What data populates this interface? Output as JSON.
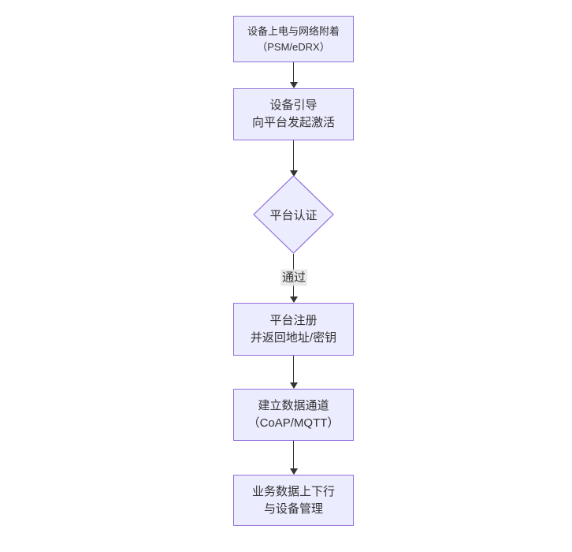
{
  "page": {
    "background": "#ffffff"
  },
  "palette": {
    "node_fill": "#ECECFF",
    "node_border": "#9370DB",
    "arrow_color": "#333333",
    "text_color": "#333333",
    "edge_label_bg": "#e8e8e8"
  },
  "flowchart": {
    "nodes": [
      {
        "name": "power-attach",
        "shape": "rect",
        "line1": "设备上电与网络附着",
        "line2": "（PSM/eDRX）"
      },
      {
        "name": "bootstrap",
        "shape": "rect",
        "line1": "设备引导",
        "line2": "向平台发起激活"
      },
      {
        "name": "platform-auth",
        "shape": "diamond",
        "label": "平台认证"
      },
      {
        "name": "platform-register",
        "shape": "rect",
        "line1": "平台注册",
        "line2": "并返回地址/密钥"
      },
      {
        "name": "data-channel",
        "shape": "rect",
        "line1": "建立数据通道",
        "line2": "（CoAP/MQTT）"
      },
      {
        "name": "business-data",
        "shape": "rect",
        "line1": "业务数据上下行",
        "line2": "与设备管理"
      }
    ],
    "edge_label_pass": "通过"
  }
}
